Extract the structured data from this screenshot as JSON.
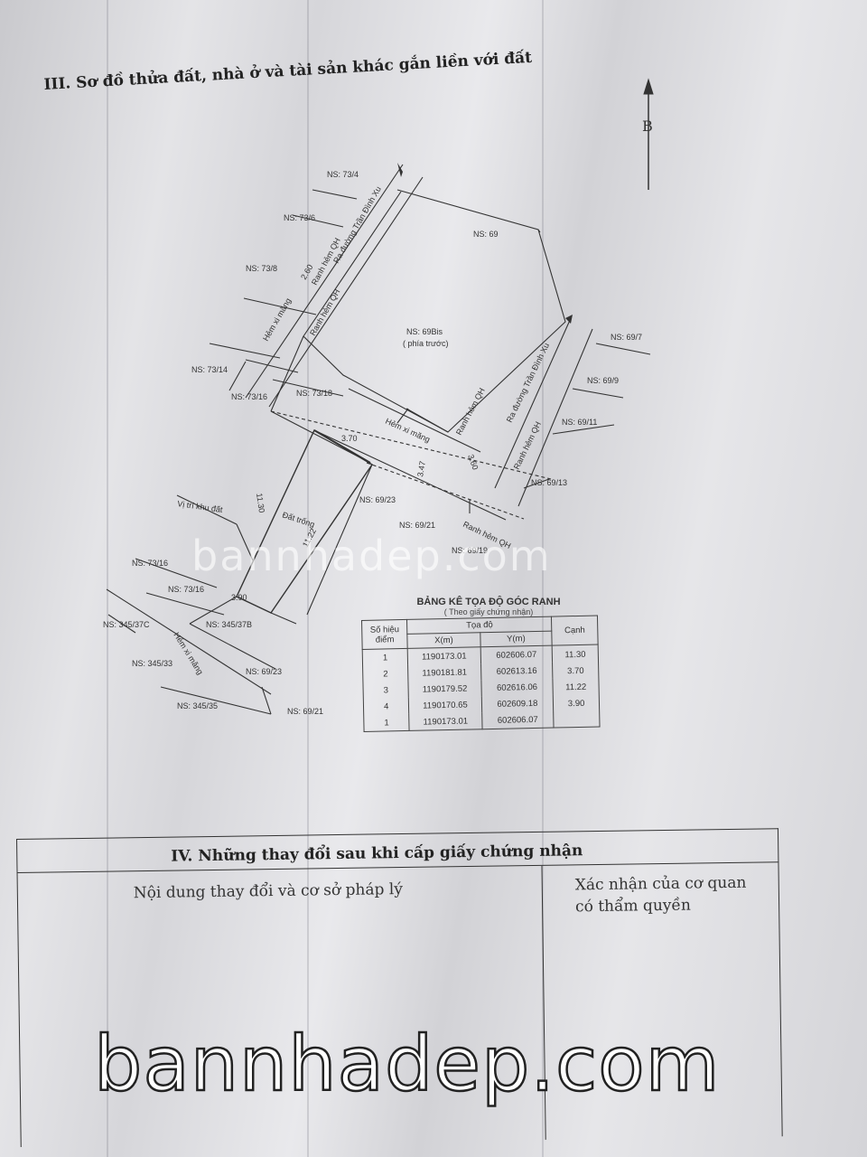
{
  "section3_title": "III. Sơ đồ thửa đất, nhà ở và tài sản khác gắn liền với đất",
  "north_label": "B",
  "plan": {
    "parcel_labels": [
      "NS: 73/4",
      "NS: 73/6",
      "NS: 73/8",
      "NS: 69",
      "NS: 69Bis",
      "( phía trước)",
      "NS: 69/7",
      "NS: 69/9",
      "NS: 69/11",
      "NS: 69/13",
      "NS: 73/14",
      "NS: 73/16",
      "NS: 73/18",
      "NS: 69/23",
      "NS: 69/21",
      "NS: 69/19",
      "NS: 73/16",
      "NS: 73/16",
      "NS: 345/37C",
      "NS: 345/37B",
      "NS: 345/33",
      "NS: 345/35",
      "NS: 69/23",
      "NS: 69/21"
    ],
    "street_labels": [
      "Ranh hẻm QH",
      "Ra đường Trần Đình Xu",
      "Hẻm xi măng",
      "Ranh hẻm QH",
      "Ranh hẻm QH",
      "Ra đường Trần Đình Xu",
      "Ranh hẻm QH",
      "Hẻm xi măng",
      "Ranh hẻm QH",
      "Hẻm xi măng"
    ],
    "dimensions": [
      "2.60",
      "3.70",
      "3.60",
      "3.47",
      "11.30",
      "11.22",
      "3.90"
    ],
    "location_label": "Vị trí khu đất",
    "empty_lot_label": "Đất trống"
  },
  "coord_table": {
    "title": "BẢNG KÊ TỌA ĐỘ GÓC RANH",
    "subtitle": "( Theo giấy chứng nhận)",
    "header_point": "Số hiệu điểm",
    "header_coord": "Tọa độ",
    "header_x": "X(m)",
    "header_y": "Y(m)",
    "header_edge": "Cạnh",
    "rows": [
      {
        "point": "1",
        "x": "1190173.01",
        "y": "602606.07",
        "edge": "11.30"
      },
      {
        "point": "2",
        "x": "1190181.81",
        "y": "602613.16",
        "edge": "3.70"
      },
      {
        "point": "3",
        "x": "1190179.52",
        "y": "602616.06",
        "edge": "11.22"
      },
      {
        "point": "4",
        "x": "1190170.65",
        "y": "602609.18",
        "edge": "3.90"
      },
      {
        "point": "1",
        "x": "1190173.01",
        "y": "602606.07",
        "edge": ""
      }
    ]
  },
  "section4": {
    "title": "IV. Những thay đổi sau khi cấp giấy chứng nhận",
    "col_content": "Nội dung thay đổi và cơ sở pháp lý",
    "col_confirm": "Xác nhận của cơ quan có thẩm quyền"
  },
  "watermark": "bannhadep.com"
}
